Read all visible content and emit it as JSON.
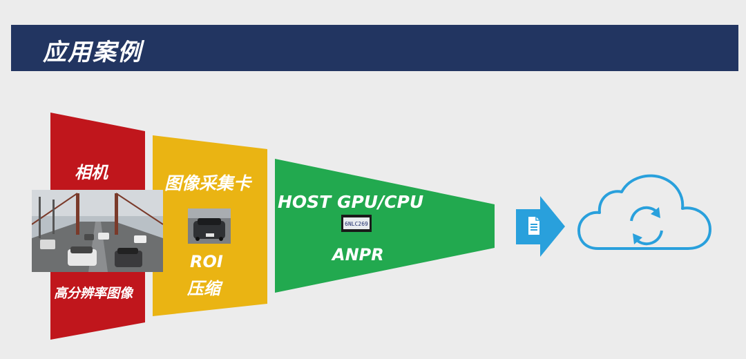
{
  "header": {
    "title": "应用案例"
  },
  "stages": {
    "camera": {
      "label_top": "相机",
      "label_bottom": "高分辨率图像",
      "color": "#c0161c"
    },
    "capture_card": {
      "label_top": "图像采集卡",
      "label_roi": "ROI",
      "label_compress": "压缩",
      "color": "#eab413"
    },
    "host": {
      "label_top": "HOST GPU/CPU",
      "label_bottom": "ANPR",
      "color": "#22a94f"
    }
  },
  "plate": {
    "text": "6NLC269"
  },
  "icons": {
    "document": "document-icon",
    "cloud": "cloud-sync-icon"
  },
  "colors": {
    "accent_blue": "#29a0dc",
    "header_bg": "#223561"
  }
}
